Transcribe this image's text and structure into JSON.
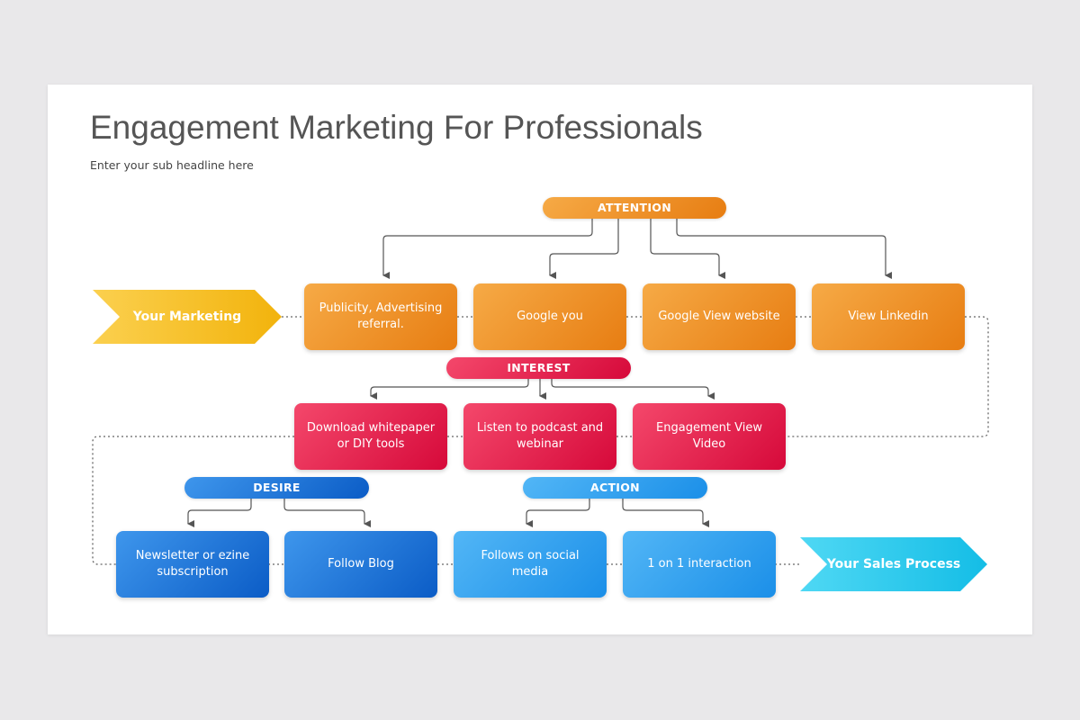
{
  "slide": {
    "title": "Engagement Marketing For Professionals",
    "subtitle": "Enter your sub headline here"
  },
  "colors": {
    "attention": "#ef8b21",
    "interest": "#e8254f",
    "desire": "#1672d9",
    "action": "#2fa3f0",
    "start_arrow": "#f6c12a",
    "end_arrow": "#27c8ec"
  },
  "start_label": "Your Marketing",
  "end_label": "Your Sales Process",
  "stages": {
    "attention": {
      "label": "ATTENTION",
      "items": [
        "Publicity, Advertising\nreferral.",
        "Google you",
        "Google View website",
        "View Linkedin"
      ]
    },
    "interest": {
      "label": "INTEREST",
      "items": [
        "Download whitepaper\nor DIY tools",
        "Listen to podcast and\nwebinar",
        "Engagement View\nVideo"
      ]
    },
    "desire": {
      "label": "DESIRE",
      "items": [
        "Newsletter or ezine\nsubscription",
        "Follow Blog"
      ]
    },
    "action": {
      "label": "ACTION",
      "items": [
        "Follows on social\nmedia",
        "1 on 1 interaction"
      ]
    }
  }
}
